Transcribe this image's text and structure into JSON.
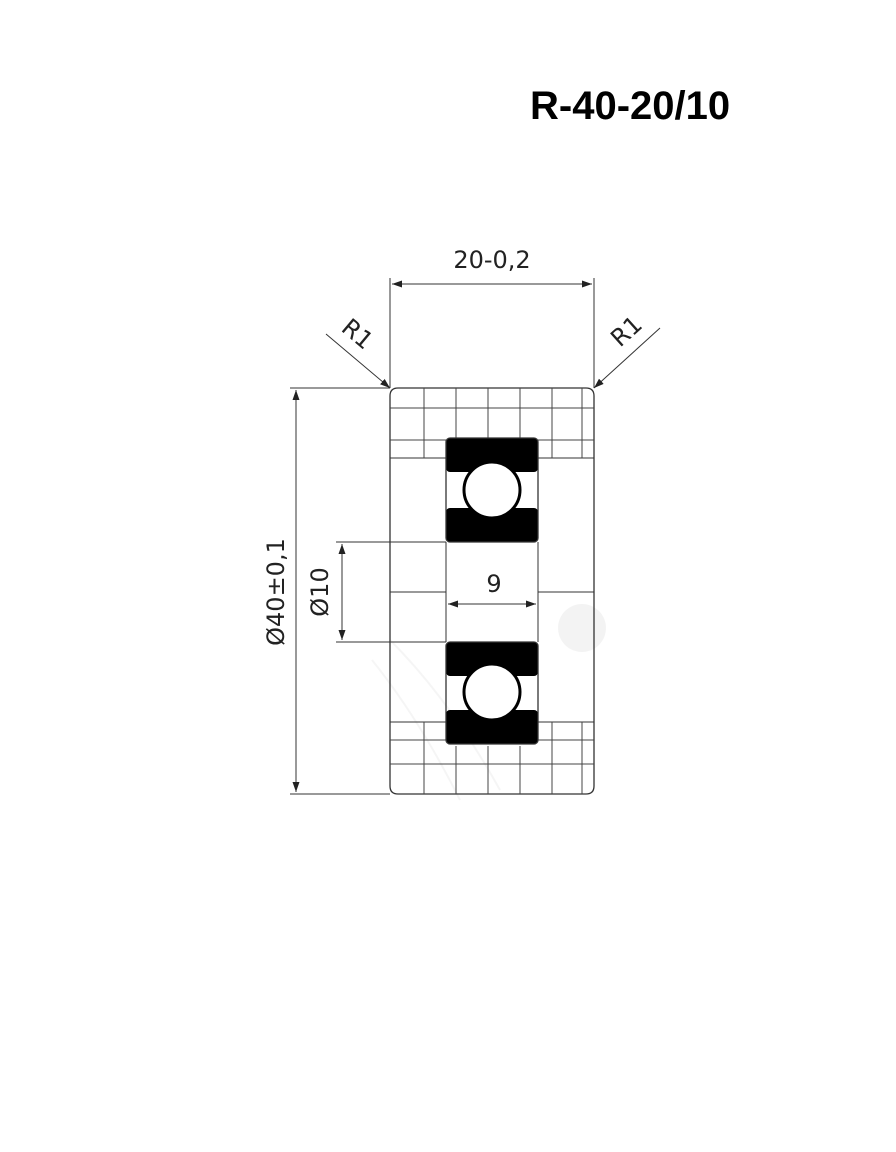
{
  "title": "R-40-20/10",
  "dimensions": {
    "width": "20-0,2",
    "radius_left": "R1",
    "radius_right": "R1",
    "outer_diameter": "Ø40±0,1",
    "bore_diameter": "Ø10",
    "bearing_width": "9"
  },
  "colors": {
    "line": "#333333",
    "bearing_fill": "#000000",
    "background": "#ffffff"
  }
}
